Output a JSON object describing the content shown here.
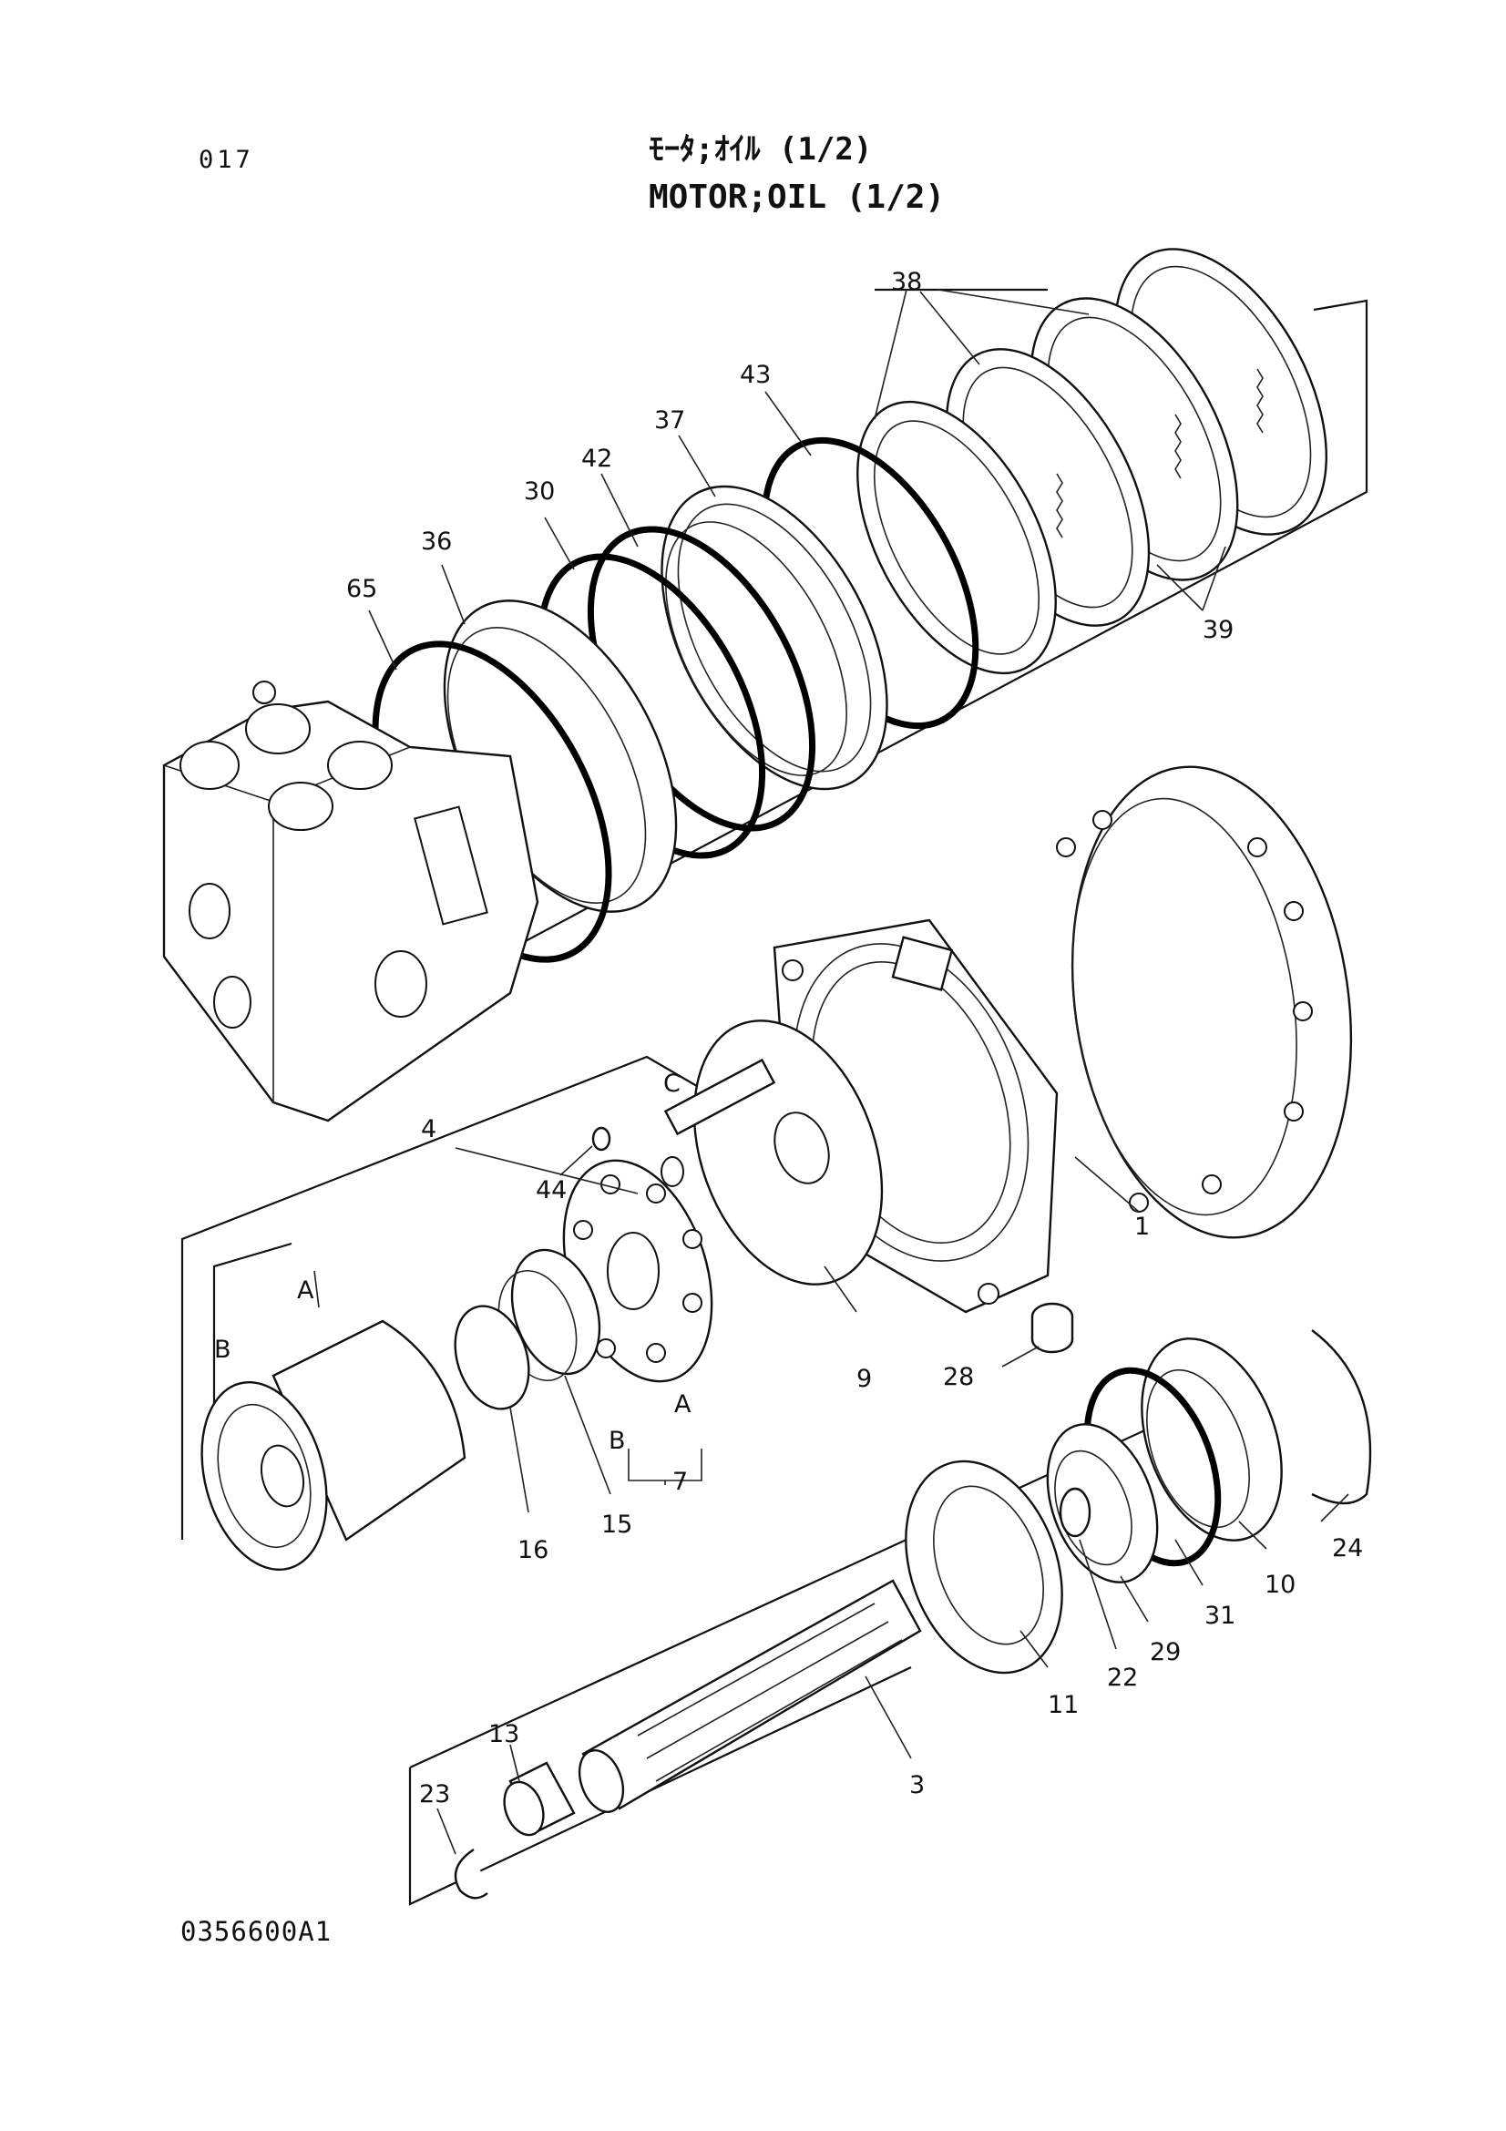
{
  "header": {
    "page_number": "017",
    "title_jp": "ﾓｰﾀ;ｵｲﾙ (1/2)",
    "title_en": "MOTOR;OIL (1/2)"
  },
  "footer": {
    "drawing_code": "0356600A1"
  },
  "callouts": {
    "p1": "1",
    "p3": "3",
    "p4": "4",
    "p7": "7",
    "p9": "9",
    "p10": "10",
    "p11": "11",
    "p13": "13",
    "p15": "15",
    "p16": "16",
    "p22": "22",
    "p23": "23",
    "p24": "24",
    "p28": "28",
    "p29": "29",
    "p30": "30",
    "p31": "31",
    "p36": "36",
    "p37": "37",
    "p38": "38",
    "p39": "39",
    "p42": "42",
    "p43": "43",
    "p44": "44",
    "p65": "65",
    "subA_1": "A",
    "subA_2": "A",
    "subB_1": "B",
    "subB_2": "B",
    "subC": "C"
  }
}
